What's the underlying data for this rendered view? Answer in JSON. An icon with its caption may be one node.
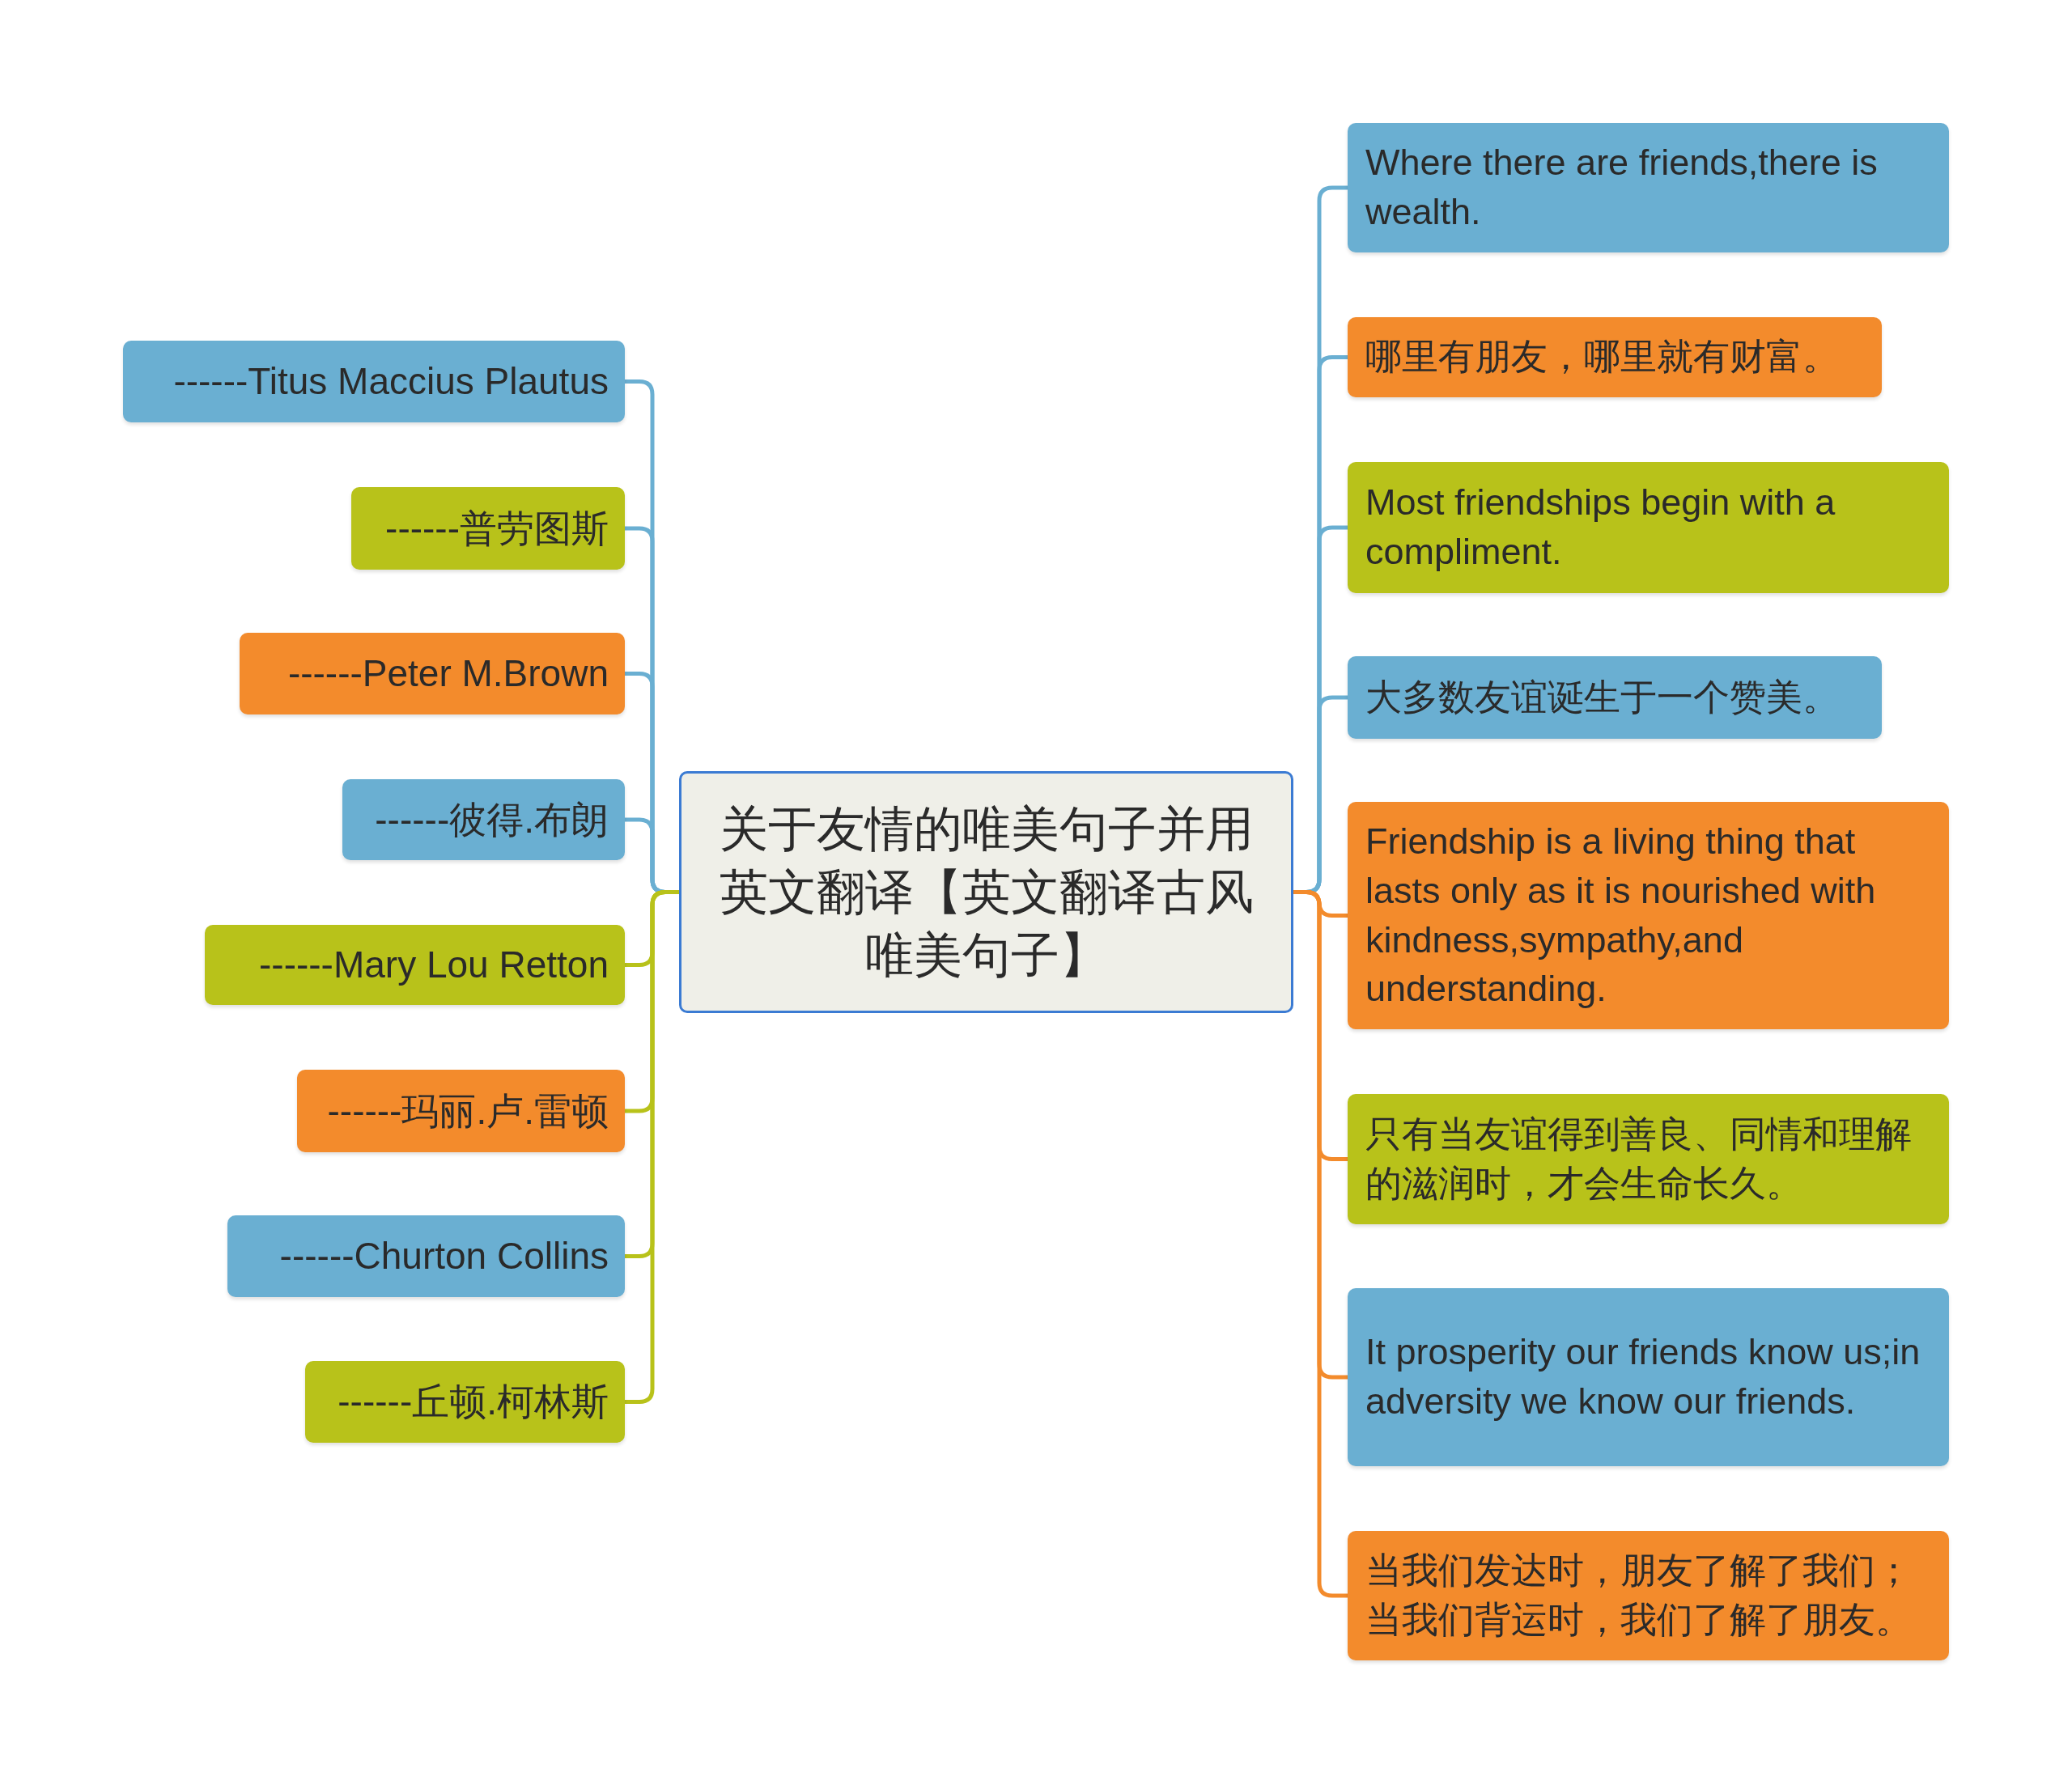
{
  "diagram": {
    "nodes": [
      {
        "text": [
          "关于友情的唯美句子并用英文翻译【英文翻译古风唯美句子】"
        ]
      },
      {
        "text": [
          "Where there are friends,there is wealth."
        ]
      },
      {
        "text": [
          "哪里有朋友，哪里就有财富。"
        ]
      },
      {
        "text": [
          "Most friendships begin with a compliment."
        ]
      },
      {
        "text": [
          "大多数友谊诞生于一个赞美。"
        ]
      },
      {
        "text": [
          "Friendship is a living thing that lasts only as it is nourished with kindness,sympathy,and understanding."
        ]
      },
      {
        "text": [
          "只有当友谊得到善良、同情和理解的滋润时，才会生命长久。"
        ]
      },
      {
        "text": [
          "It prosperity our friends know us;in adversity we know our friends."
        ]
      },
      {
        "text": [
          "当我们发达时，朋友了解了我们；当我们背运时，我们了解了朋友。"
        ]
      },
      {
        "text": [
          "------Titus Maccius Plautus"
        ]
      },
      {
        "text": [
          "------普劳图斯"
        ]
      },
      {
        "text": [
          "------Peter M.Brown"
        ]
      },
      {
        "text": [
          "------彼得.布朗"
        ]
      },
      {
        "text": [
          "------Mary Lou Retton"
        ]
      },
      {
        "text": [
          "------玛丽.卢.雷顿"
        ]
      },
      {
        "text": [
          "------Churton Collins"
        ]
      },
      {
        "text": [
          "------丘顿.柯林斯"
        ]
      }
    ],
    "edges": [
      {
        "from": 0,
        "to": 1,
        "arrow": "none"
      },
      {
        "from": 0,
        "to": 2,
        "arrow": "none"
      },
      {
        "from": 0,
        "to": 3,
        "arrow": "none"
      },
      {
        "from": 0,
        "to": 4,
        "arrow": "none"
      },
      {
        "from": 0,
        "to": 5,
        "arrow": "none",
        "color": "#f38b2c"
      },
      {
        "from": 0,
        "to": 6,
        "arrow": "none",
        "color": "#f38b2c"
      },
      {
        "from": 0,
        "to": 7,
        "arrow": "none",
        "color": "#f38b2c"
      },
      {
        "from": 0,
        "to": 8,
        "arrow": "none",
        "color": "#f38b2c"
      },
      {
        "from": 0,
        "to": 9,
        "arrow": "none"
      },
      {
        "from": 0,
        "to": 10,
        "arrow": "none"
      },
      {
        "from": 0,
        "to": 11,
        "arrow": "none"
      },
      {
        "from": 0,
        "to": 12,
        "arrow": "none"
      },
      {
        "from": 0,
        "to": 13,
        "arrow": "none",
        "color": "#b8c21a"
      },
      {
        "from": 0,
        "to": 14,
        "arrow": "none",
        "color": "#b8c21a"
      },
      {
        "from": 0,
        "to": 15,
        "arrow": "none",
        "color": "#b8c21a"
      },
      {
        "from": 0,
        "to": 16,
        "arrow": "none",
        "color": "#b8c21a"
      }
    ]
  }
}
